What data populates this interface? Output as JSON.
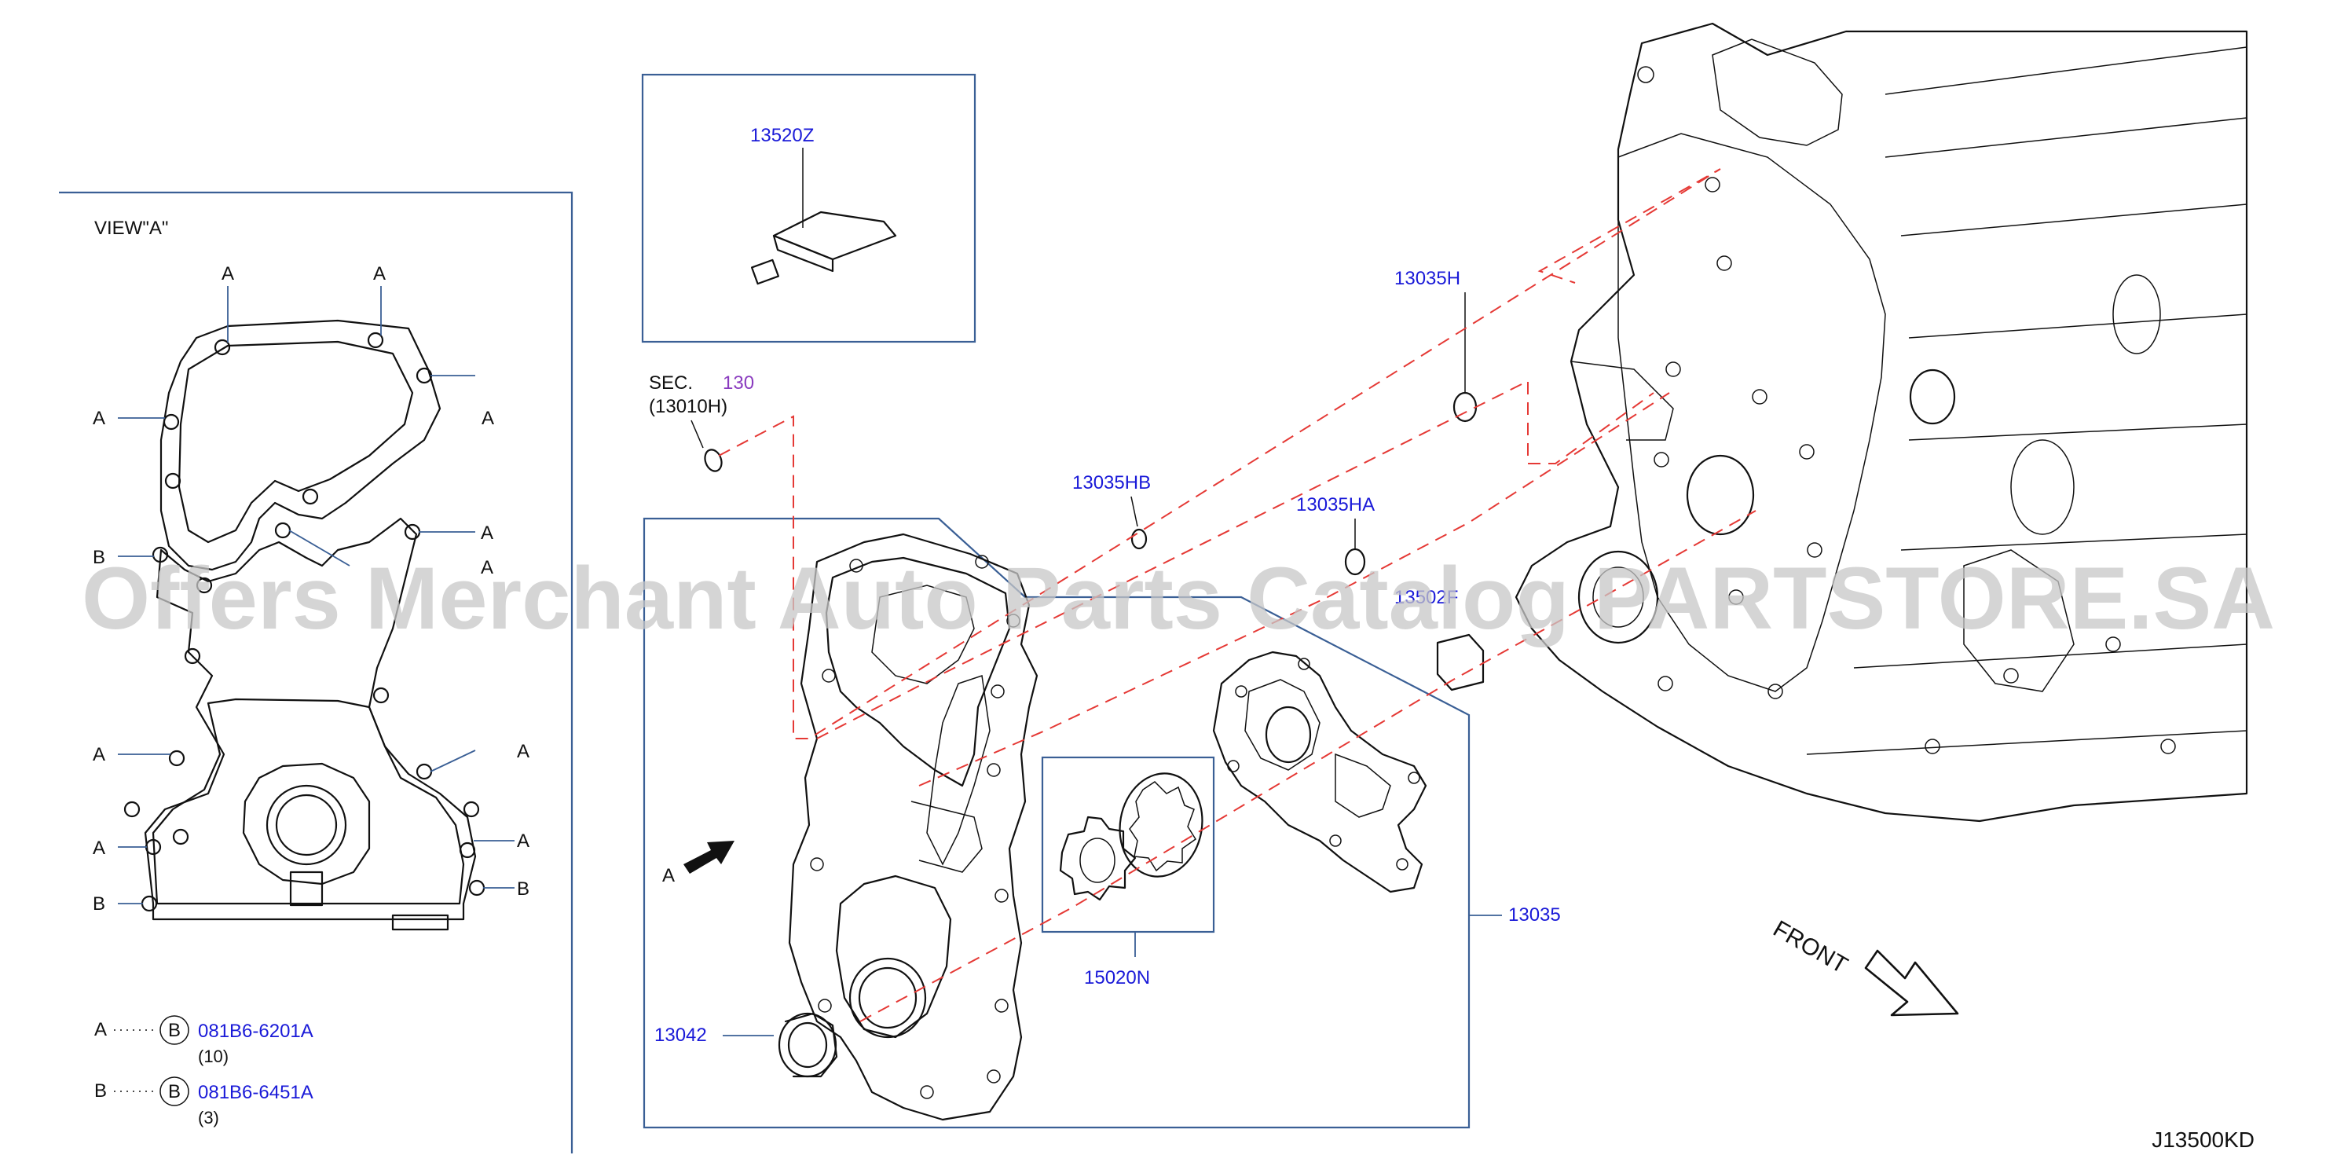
{
  "view_label": "VIEW\"A\"",
  "view_a_markers": {
    "a": "A",
    "b": "B"
  },
  "legend": [
    {
      "letter": "A",
      "circle": "B",
      "part": "081B6-6201A",
      "qty": "(10)"
    },
    {
      "letter": "B",
      "circle": "B",
      "part": "081B6-6451A",
      "qty": "(3)"
    }
  ],
  "sec_ref": {
    "prefix": "SEC.",
    "number": "130",
    "part": "(13010H)"
  },
  "part_labels": {
    "p13520Z": "13520Z",
    "p13035H": "13035H",
    "p13035HB": "13035HB",
    "p13035HA": "13035HA",
    "p13502F": "13502F",
    "p13035": "13035",
    "p15020N": "15020N",
    "p13042": "13042"
  },
  "arrow_label": "A",
  "front_label": "FRONT",
  "diagram_code": "J13500KD",
  "watermark": "Offers Merchant Auto Parts Catalog PARTSTORE.SA",
  "colors": {
    "part_number": "#1a1ad8",
    "frame": "#3a5f95",
    "dashed_line": "#e53935",
    "section_number": "#8a3bbf"
  }
}
